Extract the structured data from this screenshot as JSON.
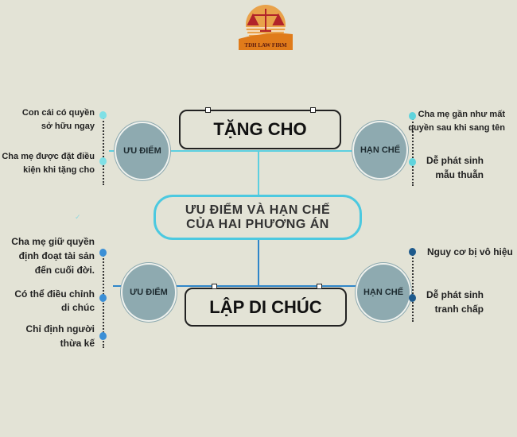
{
  "logo": {
    "text": "TDH LAW FIRM"
  },
  "center": {
    "line1": "ƯU ĐIỂM VÀ HẠN CHẾ",
    "line2": "CỦA HAI PHƯƠNG ÁN"
  },
  "gift": {
    "title": "TẶNG CHO",
    "pros_label": "ƯU ĐIỂM",
    "cons_label": "HẠN CHẾ",
    "pros": [
      [
        "Con cái có quyền",
        "sở hữu ngay"
      ],
      [
        "Cha mẹ được đặt điều",
        "kiện khi tặng cho"
      ]
    ],
    "cons": [
      [
        "Cha mẹ gần như mất",
        "quyền sau khi sang tên"
      ],
      [
        "Dễ phát sinh",
        "mẫu thuẫn"
      ]
    ]
  },
  "will": {
    "title": "LẬP DI CHÚC",
    "pros_label": "ƯU ĐIỂM",
    "cons_label": "HẠN CHẾ",
    "pros": [
      [
        "Cha mẹ giữ quyền",
        "định đoạt tài sản",
        "đến cuối đời."
      ],
      [
        "Có thể điều chỉnh",
        "di chúc"
      ],
      [
        "Chỉ định người",
        "thừa kế"
      ]
    ],
    "cons": [
      [
        "Nguy cơ bị vô hiệu"
      ],
      [
        "Dễ phát sinh",
        "tranh chấp"
      ]
    ]
  },
  "colors": {
    "bg": "#e3e3d6",
    "cyan": "#4cc9e0",
    "dot_light": "#7fe0e6",
    "dot_blue": "#3b8fd6",
    "dot_dark": "#1e5a8c"
  }
}
